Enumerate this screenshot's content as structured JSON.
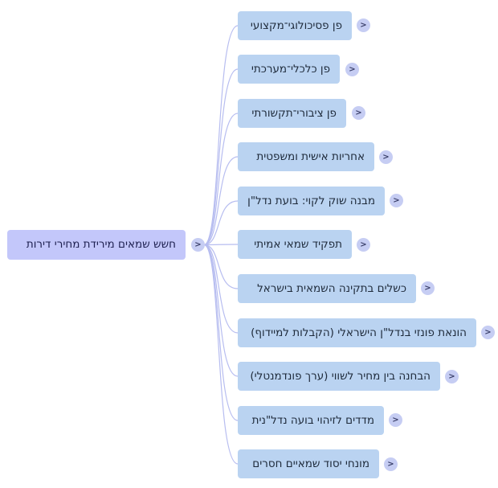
{
  "root": {
    "label": "חשש שמאים מירידת מחירי דירות",
    "toggle": ">"
  },
  "children": [
    {
      "label": "פן פסיכולוגי־מקצועי",
      "toggle": ">"
    },
    {
      "label": "פן כלכלי־מערכתי",
      "toggle": ">"
    },
    {
      "label": "פן ציבורי־תקשורתי",
      "toggle": ">"
    },
    {
      "label": "אחריות אישית ומשפטית",
      "toggle": ">"
    },
    {
      "label": "מבנה שוק לקוי: בועת נדל\"ן",
      "toggle": ">"
    },
    {
      "label": "תפקיד שמאי אמיתי",
      "toggle": ">"
    },
    {
      "label": "כשלים בתקינה השמאית בישראל",
      "toggle": ">"
    },
    {
      "label": "הונאת פונזי בנדל\"ן הישראלי (הקבלות למיידוף)",
      "toggle": ">"
    },
    {
      "label": "הבחנה בין מחיר לשווי (ערך פונדמנטלי)",
      "toggle": ">"
    },
    {
      "label": "מדדים לזיהוי בועה נדל\"נית",
      "toggle": ">"
    },
    {
      "label": "מונחי יסוד שמאיים חסרים",
      "toggle": ">"
    }
  ],
  "colors": {
    "root_fill": "#c3c7fa",
    "node_fill": "#bad3f1",
    "toggle_fill": "#c6cdf3",
    "connector": "#b7bdf0"
  }
}
